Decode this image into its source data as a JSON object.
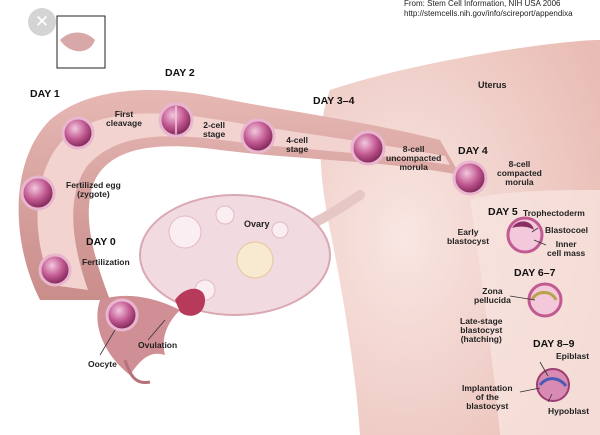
{
  "source": {
    "line1": "From: Stem Cell Information, NIH USA 2006",
    "line2": "http://stemcells.nih.gov/info/scireport/appendixa"
  },
  "close_icon": "close-icon",
  "colors": {
    "tube": "#d8a7a7",
    "tube_inner": "#eec9c6",
    "uterus": "#f3d9d5",
    "cell": "#b2457f",
    "ovary": "#f2dbe0"
  },
  "days": {
    "d0": "DAY 0",
    "d1": "DAY 1",
    "d2": "DAY 2",
    "d34": "DAY 3–4",
    "d4": "DAY 4",
    "d5": "DAY 5",
    "d67": "DAY 6–7",
    "d89": "DAY 8–9"
  },
  "labels": {
    "uterus": "Uterus",
    "ovary": "Ovary",
    "oocyte": "Oocyte",
    "ovulation": "Ovulation",
    "fertilization": "Fertilization",
    "fertilized_egg": "Fertilized egg\n(zygote)",
    "first_cleavage": "First\ncleavage",
    "two_cell": "2-cell\nstage",
    "four_cell": "4-cell\nstage",
    "eight_uncompacted": "8-cell\nuncompacted\nmorula",
    "eight_compacted": "8-cell\ncompacted\nmorula",
    "early_blastocyst": "Early\nblastocyst",
    "trophectoderm": "Trophectoderm",
    "blastocoel": "Blastocoel",
    "inner_cell_mass": "Inner\ncell mass",
    "zona_pellucida": "Zona\npellucida",
    "late_blastocyst": "Late-stage\nblastocyst\n(hatching)",
    "implantation": "Implantation\nof the\nblastocyst",
    "epiblast": "Epiblast",
    "hypoblast": "Hypoblast"
  }
}
